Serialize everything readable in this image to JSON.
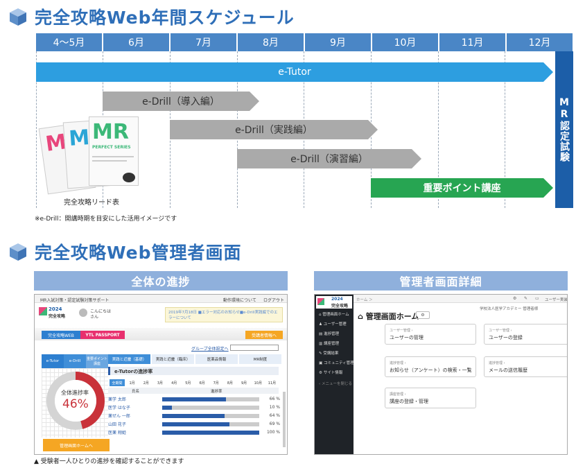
{
  "schedule": {
    "title": "完全攻略Web年間スケジュール",
    "months": [
      "4～5月",
      "6月",
      "7月",
      "8月",
      "9月",
      "10月",
      "11月",
      "12月"
    ],
    "bars": {
      "etutor": "e-Tutor",
      "edrill1": "e-Drill（導入編）",
      "edrill2": "e-Drill（実践編）",
      "edrill3": "e-Drill（演習編）",
      "key": "重要ポイント講座"
    },
    "exam": "MR認定試験",
    "book_caption": "完全攻略リード表",
    "book_letters": "MR",
    "book_series": "PERFECT SERIES",
    "note": "※e-Drill：開講時期を目安にした活用イメージです"
  },
  "admin": {
    "title": "完全攻略Web管理者画面",
    "left_head": "全体の進捗",
    "right_head": "管理者画面詳細",
    "caption": "▲ 受験者一人ひとりの進捗を確認することができます"
  },
  "left_shot": {
    "topbar": "MR入試対策・認定試験対策サポート",
    "topbar_right": [
      "動作環境について",
      "ログアウト"
    ],
    "logo_year": "2024",
    "logo_name": "完全攻略",
    "greeting": "こんにちは",
    "greeting2": "さん",
    "notice": "2019年7月18日 ■エラー対応のお知らせ■e-Drill実践編でのエラーについて",
    "orange_btn": "受講者情報へ",
    "nav": [
      "完全攻略WEB",
      "YTL PASSPORT"
    ],
    "group_label": "グループ全体設定へ",
    "tabs_left": [
      "e-Tutor",
      "e-Drill",
      "重要ポイント講座"
    ],
    "tabs_right": [
      "実践と近畿（基礎）",
      "実践と近畿（臨床）",
      "医薬品情報",
      "MR制度"
    ],
    "donut_label": "全体進捗率",
    "donut_value": "46%",
    "donut_percent": 46,
    "manage_btn": "管理画面ホームへ",
    "progress_title": "e-Tutorの進捗率",
    "month_tabs": [
      "全期間",
      "1月",
      "2月",
      "3月",
      "4月",
      "5月",
      "6月",
      "7月",
      "8月",
      "9月",
      "10月",
      "11月"
    ],
    "col_name": "氏名",
    "col_rate": "進捗率",
    "rows": [
      {
        "name": "薬学 太郎",
        "pct_label": "66 %",
        "value": 66
      },
      {
        "name": "医学 はな子",
        "pct_label": "10 %",
        "value": 10
      },
      {
        "name": "薬ぜん 一郎",
        "pct_label": "64 %",
        "value": 64
      },
      {
        "name": "山田 花子",
        "pct_label": "69 %",
        "value": 69
      },
      {
        "name": "医薬 翔姫",
        "pct_label": "100 %",
        "value": 100
      }
    ]
  },
  "right_shot": {
    "breadcrumb": "ホーム ＞",
    "topright": "ユーザー実装",
    "school": "学校法人医学アカデミー 管理者様",
    "logo_year": "2024",
    "logo_name": "完全攻略",
    "sidebar": [
      "管理画面ホーム",
      "ユーザー管理",
      "進捗管理",
      "講座管理",
      "受講結果",
      "コミュニティ管理",
      "サイト情報",
      "メニューを閉じる"
    ],
    "page_title": "管理画面ホーム",
    "cards": [
      {
        "small": "ユーザー管理 ›",
        "label": "ユーザーの管理"
      },
      {
        "small": "ユーザー管理 ›",
        "label": "ユーザーの登録"
      },
      {
        "small": "進捗管理 ›",
        "label": "お知らせ（アンケート）の検索・一覧"
      },
      {
        "small": "進捗管理 ›",
        "label": "メールの送信履歴"
      },
      {
        "small": "講座管理 ›",
        "label": "講座の登録・管理"
      }
    ]
  }
}
